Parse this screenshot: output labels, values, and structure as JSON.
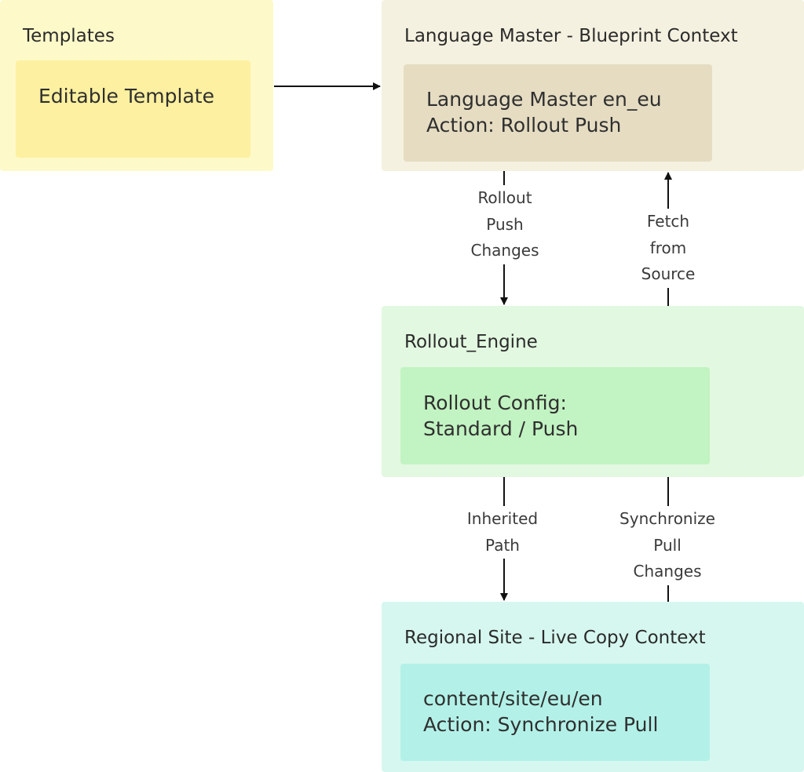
{
  "diagram": {
    "groups": {
      "templates": {
        "title": "Templates",
        "node": {
          "lines": [
            "Editable Template"
          ]
        },
        "fill": "#fdf9c9",
        "node_fill": "#fdf0a0"
      },
      "language_master": {
        "title": "Language Master - Blueprint Context",
        "node": {
          "lines": [
            "Language Master en_eu",
            "Action: Rollout Push"
          ]
        },
        "fill": "#f5f1e0",
        "node_fill": "#e5dcc2"
      },
      "rollout_engine": {
        "title": "Rollout_Engine",
        "node": {
          "lines": [
            "Rollout Config:",
            "Standard / Push"
          ]
        },
        "fill": "#e2f8e0",
        "node_fill": "#c2f3c2"
      },
      "regional_site": {
        "title": "Regional Site - Live Copy Context",
        "node": {
          "lines": [
            "content/site/eu/en",
            "Action: Synchronize Pull"
          ]
        },
        "fill": "#d6f7ef",
        "node_fill": "#b3f1e8"
      }
    },
    "edges": [
      {
        "id": "templates-to-master",
        "label": []
      },
      {
        "id": "rollout-push",
        "label": [
          "Rollout",
          "Push",
          "Changes"
        ]
      },
      {
        "id": "fetch-from-source",
        "label": [
          "Fetch",
          "from",
          "Source"
        ]
      },
      {
        "id": "inherited-path",
        "label": [
          "Inherited",
          "Path"
        ]
      },
      {
        "id": "synchronize-pull",
        "label": [
          "Synchronize",
          "Pull",
          "Changes"
        ]
      }
    ],
    "edge_color": "#111111"
  }
}
